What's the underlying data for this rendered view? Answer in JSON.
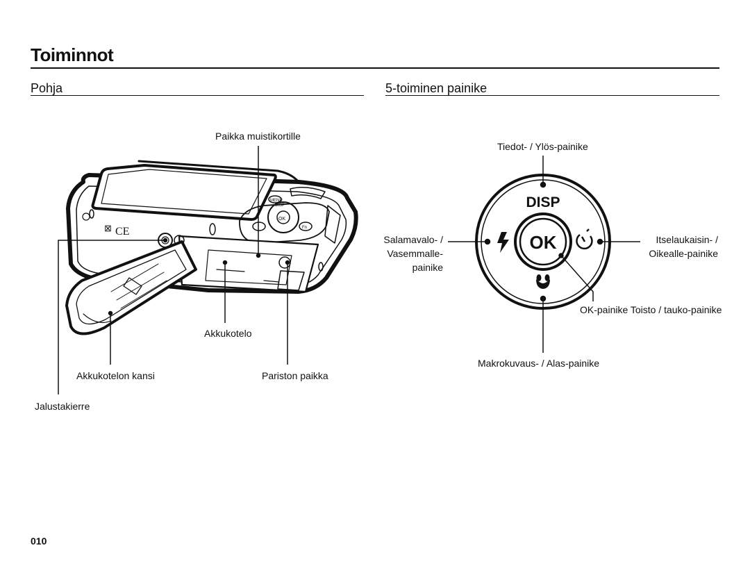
{
  "page": {
    "title": "Toiminnot",
    "page_number": "010"
  },
  "left_section": {
    "heading": "Pohja",
    "labels": {
      "memory_card_slot": "Paikka muistikortille",
      "battery_chamber": "Akkukotelo",
      "battery_cover": "Akkukotelon kansi",
      "battery_slot": "Pariston paikka",
      "tripod_socket": "Jalustakierre"
    },
    "camera_marks": {
      "menu": "MENU",
      "disp": "DISP",
      "ok": "OK",
      "fn": "Fn"
    }
  },
  "right_section": {
    "heading": "5-toiminen painike",
    "labels": {
      "up": "Tiedot- / Ylös-painike",
      "left_line1": "Salamavalo- /",
      "left_line2": "Vasemmalle-",
      "left_line3": "painike",
      "right_line1": "Itselaukaisin- /",
      "right_line2": "Oikealle-painike",
      "ok": "OK-painike Toisto / tauko-painike",
      "down": "Makrokuvaus- / Alas-painike"
    },
    "dial": {
      "top": "DISP",
      "center": "OK"
    }
  }
}
